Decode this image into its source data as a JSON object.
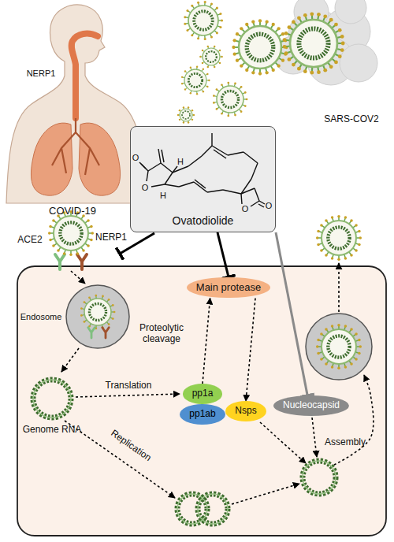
{
  "diagram": {
    "nodes": [
      {
        "text": [
          "Ovatodiolide"
        ]
      },
      {
        "text": [
          "Main protease"
        ]
      },
      {
        "text": [
          "pp1a"
        ]
      },
      {
        "text": [
          "pp1ab"
        ]
      },
      {
        "text": [
          "Nsps"
        ]
      },
      {
        "text": [
          "Nucleocapsid"
        ]
      }
    ],
    "edges": [
      {
        "from": 0,
        "to": 1,
        "arrow": "to"
      },
      {
        "from": 0,
        "to": 5,
        "arrow": "to"
      },
      {
        "from": 2,
        "to": 1,
        "arrow": "to"
      },
      {
        "from": 1,
        "to": 4,
        "arrow": "to"
      }
    ],
    "labels": [
      "NERP1",
      "COVID-19",
      "SARS-COV2",
      "O",
      "O",
      "H",
      "H",
      "O",
      "O",
      "ACE2",
      "NERP1",
      "Endosome",
      "Proteolytic cleavage",
      "Translation",
      "Genome RNA",
      "Replication",
      "Assembly"
    ]
  }
}
